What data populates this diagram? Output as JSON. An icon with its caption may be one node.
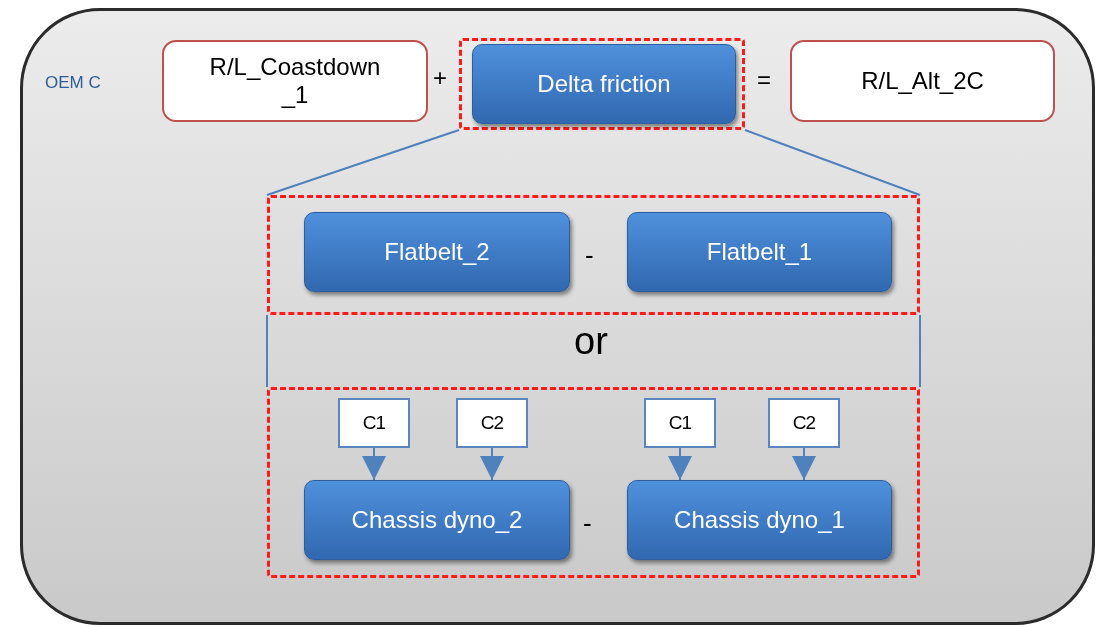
{
  "diagram": {
    "nodes": [
      {
        "text": [
          "OEM C"
        ]
      },
      {
        "text": [
          "R/L_Coastdown _1"
        ],
        "in": 0
      },
      {
        "text": [],
        "shape": "box",
        "in": 0
      },
      {
        "text": [
          "Delta friction"
        ],
        "in": 2
      },
      {
        "text": [
          "R/L_Alt_2C"
        ],
        "in": 0
      },
      {
        "text": [],
        "shape": "box",
        "in": 0
      },
      {
        "text": [
          "Flatbelt_2"
        ],
        "in": 5
      },
      {
        "text": [
          "Flatbelt_1"
        ],
        "in": 5
      },
      {
        "text": [],
        "shape": "box",
        "in": 0
      },
      {
        "text": [
          "C1"
        ],
        "in": 8
      },
      {
        "text": [
          "C2"
        ],
        "in": 8
      },
      {
        "text": [
          "C1"
        ],
        "in": 8
      },
      {
        "text": [
          "C2"
        ],
        "in": 8
      },
      {
        "text": [
          "Chassis dyno_2"
        ],
        "in": 8
      },
      {
        "text": [
          "Chassis dyno_1"
        ],
        "in": 8
      }
    ],
    "edges": [
      {
        "from": 2,
        "to": 5,
        "arrow": "none"
      },
      {
        "from": 2,
        "to": 5,
        "arrow": "none"
      },
      {
        "from": 5,
        "to": 8,
        "arrow": "none"
      },
      {
        "from": 5,
        "to": 8,
        "arrow": "none"
      },
      {
        "from": 9,
        "to": 13,
        "arrow": "to"
      },
      {
        "from": 10,
        "to": 13,
        "arrow": "to"
      },
      {
        "from": 11,
        "to": 14,
        "arrow": "to"
      },
      {
        "from": 12,
        "to": 14,
        "arrow": "to"
      }
    ],
    "labels": [
      "+",
      "=",
      "-",
      "or",
      "-"
    ]
  }
}
